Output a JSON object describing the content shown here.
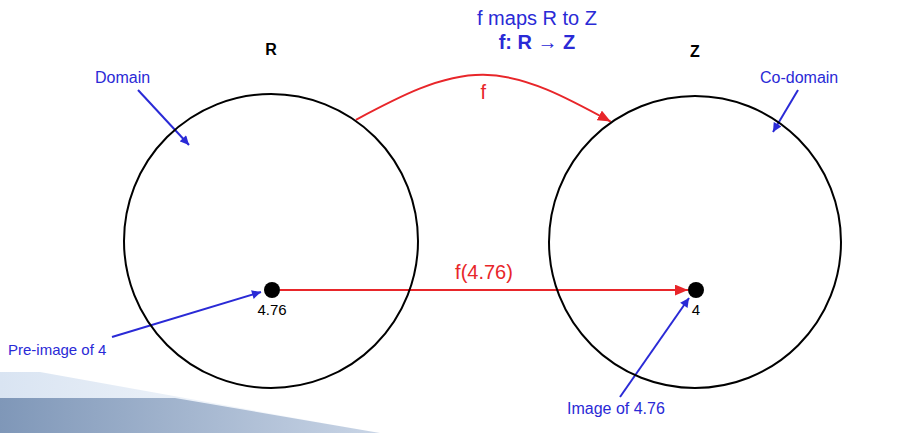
{
  "diagram": {
    "nodes": [
      {
        "text": [
          "R"
        ]
      },
      {
        "text": [
          "Z"
        ]
      },
      {
        "text": [
          "4.76"
        ],
        "in": 0
      },
      {
        "text": [
          "4"
        ],
        "in": 1
      }
    ],
    "edges": [
      {
        "from": 0,
        "to": 1,
        "arrow": "to",
        "label": "f"
      },
      {
        "from": 2,
        "to": 3,
        "arrow": "to",
        "label": "f(4.76)"
      }
    ],
    "labels": [
      "f maps R to Z",
      "f: R → Z",
      "Domain",
      "Co-domain",
      "Pre-image of 4",
      "Image of 4.76"
    ]
  }
}
